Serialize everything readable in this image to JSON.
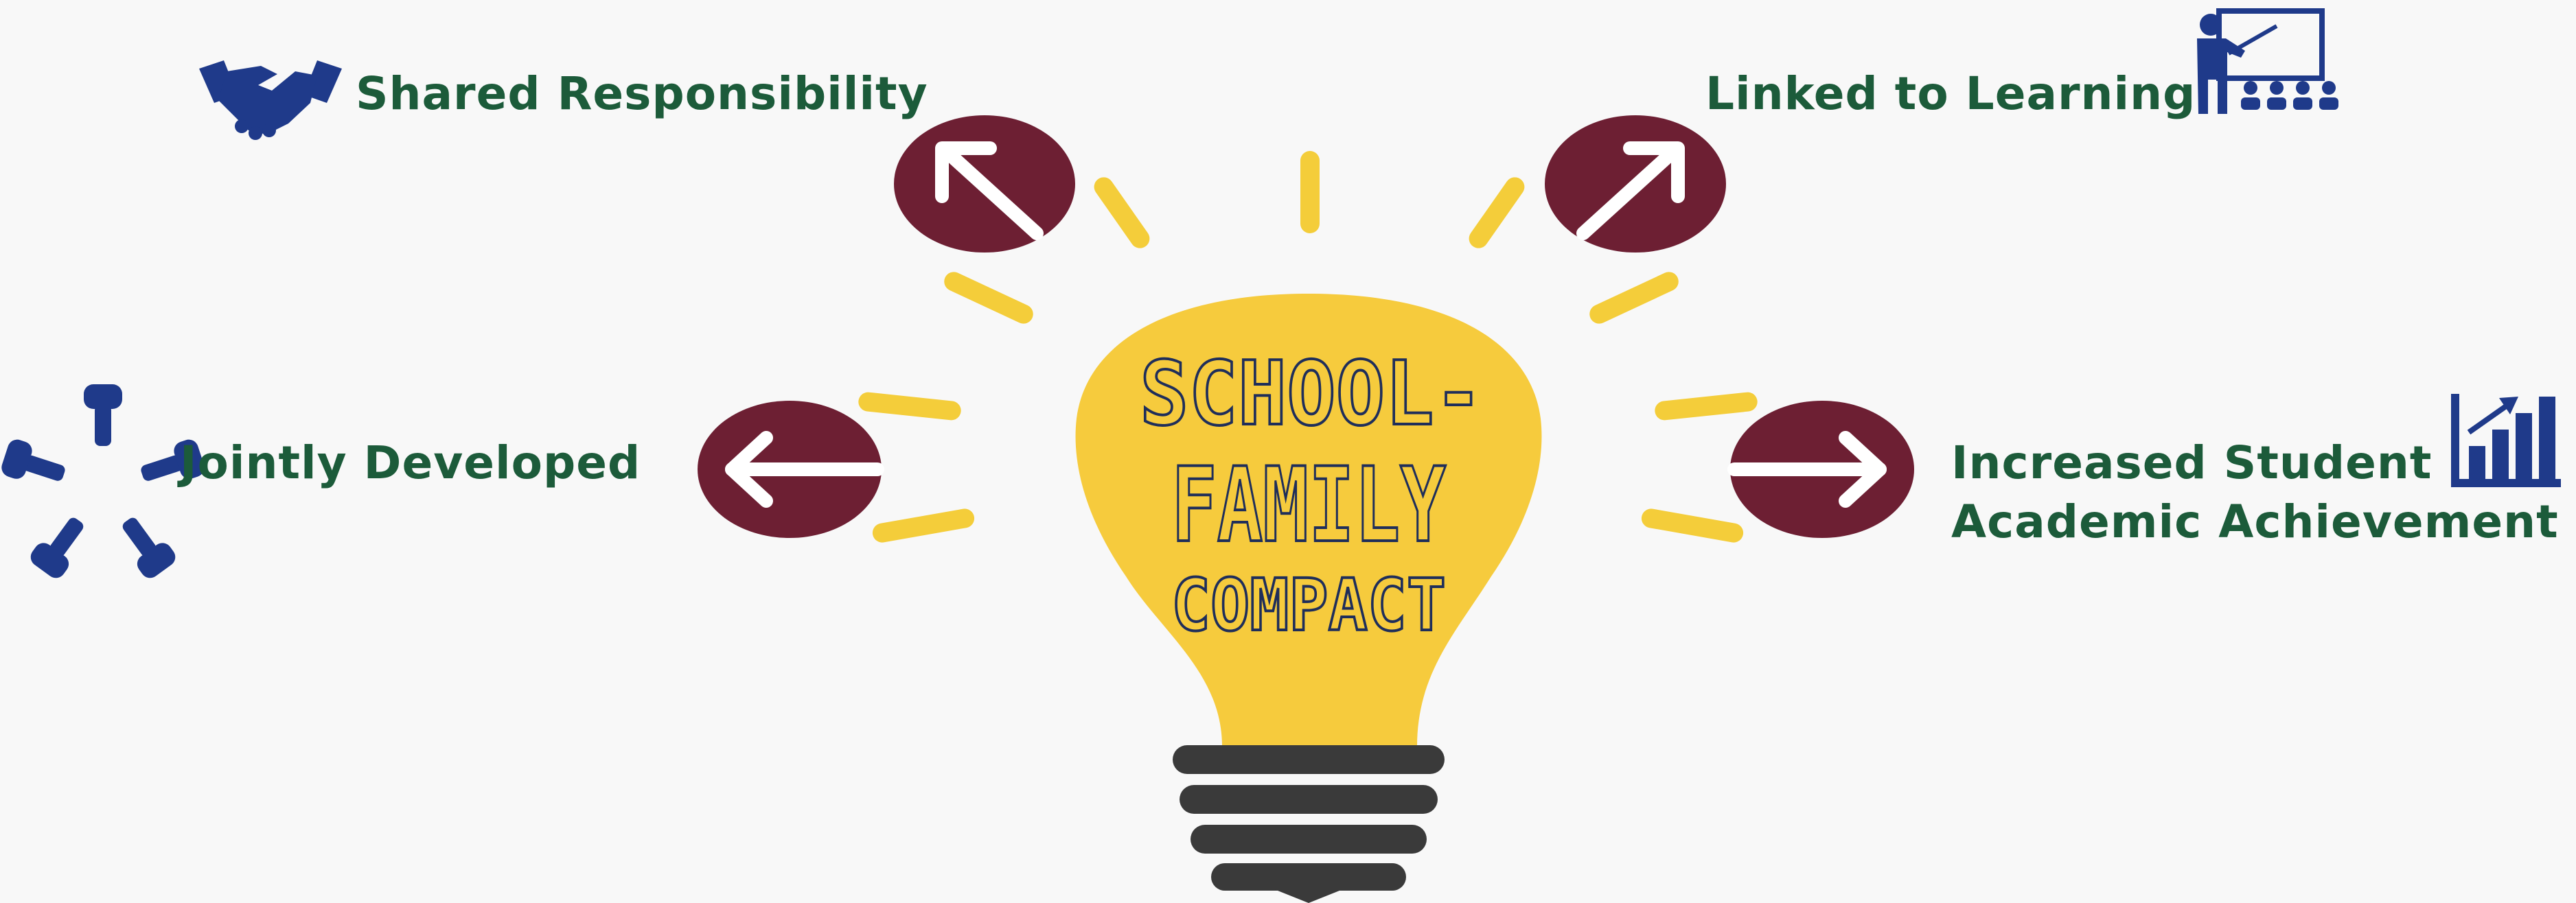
{
  "bulb": {
    "line1": "SCHOOL-",
    "line2": "FAMILY",
    "line3": "COMPACT"
  },
  "labels": {
    "shared_responsibility": "Shared Responsibility",
    "linked_to_learning": "Linked to Learning",
    "jointly_developed": "Jointly Developed",
    "increased_line1": "Increased Student",
    "increased_line2": "Academic Achievement"
  },
  "icons": {
    "shared_responsibility": "handshake-icon",
    "linked_to_learning": "teacher-presentation-icon",
    "jointly_developed": "hands-circle-icon",
    "increased_achievement": "bar-chart-growth-icon"
  },
  "colors": {
    "background": "#f8f8f8",
    "bulb": "#f6cb3d",
    "rays": "#f4cd3a",
    "arrow_circle": "#6d1f33",
    "label_text": "#1c5b3a",
    "icon": "#1f3a8a",
    "base": "#3a3a3a",
    "bulb_text": "#1f2e5a"
  }
}
